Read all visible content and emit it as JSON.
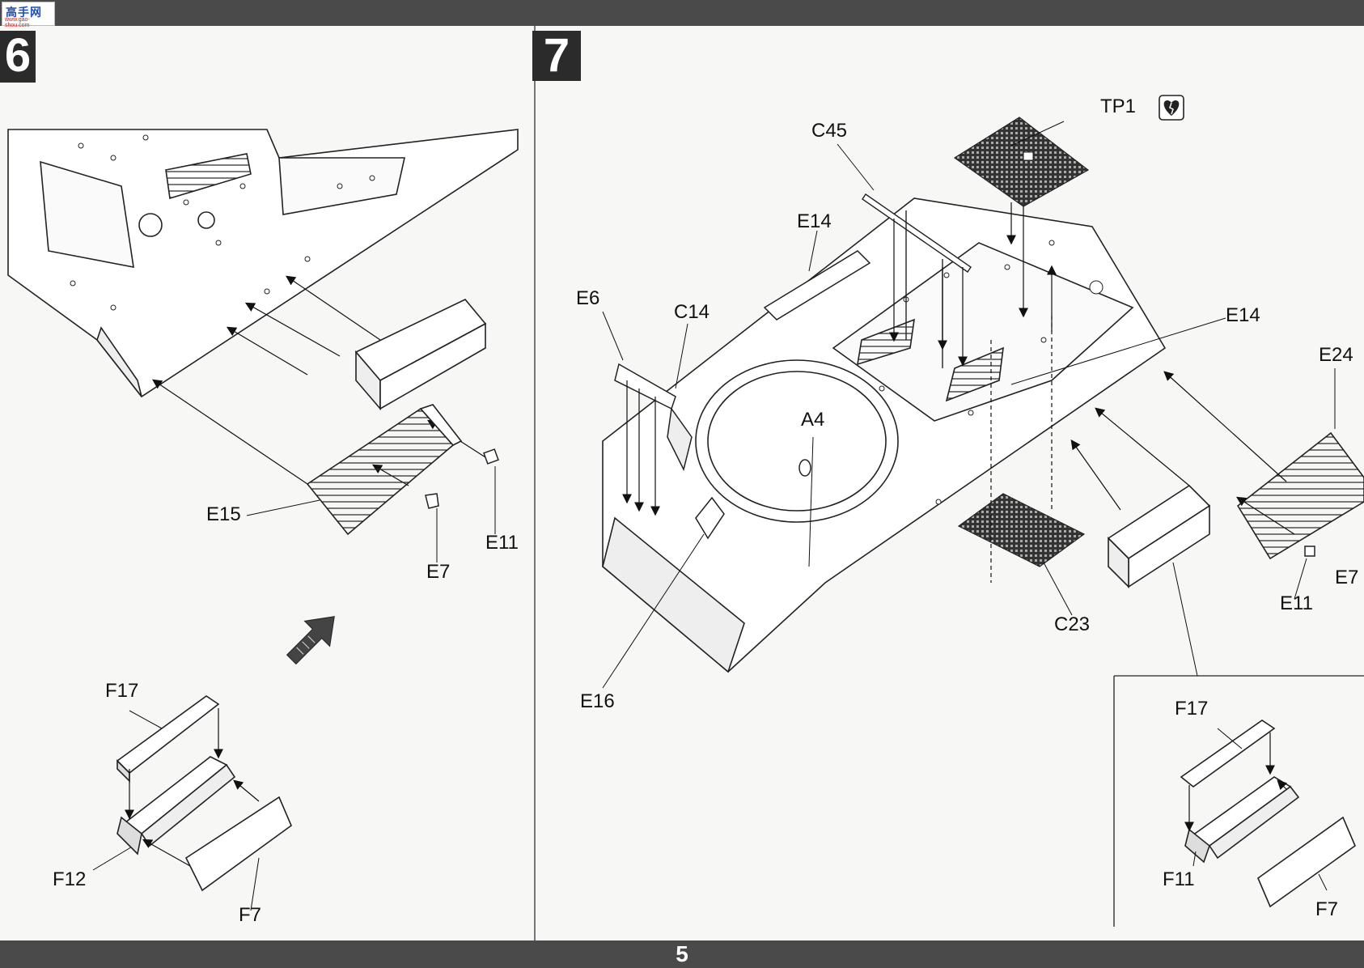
{
  "watermark": {
    "text": "高手网",
    "url": "www.gao-shou.com"
  },
  "steps": {
    "left": "6",
    "right": "7"
  },
  "page_number": "5",
  "step6_labels": {
    "e15": "E15",
    "e11": "E11",
    "e7": "E7",
    "f17": "F17",
    "f12": "F12",
    "f7": "F7"
  },
  "step7_labels": {
    "tp1": "TP1",
    "c45": "C45",
    "e14a": "E14",
    "e6": "E6",
    "c14": "C14",
    "e14b": "E14",
    "e24": "E24",
    "a4": "A4",
    "c23": "C23",
    "e16": "E16",
    "e11": "E11",
    "e7": "E7",
    "f17": "F17",
    "f11": "F11",
    "f7": "F7"
  },
  "icons": {
    "tp1_badge": "broken-heart-icon",
    "direction_arrow": "direction-arrow-icon"
  }
}
